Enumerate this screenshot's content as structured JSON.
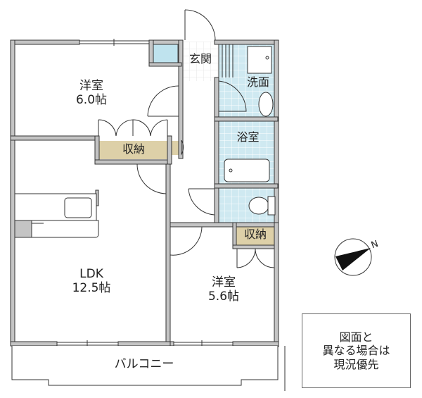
{
  "floor_plan": {
    "rooms": [
      {
        "id": "western-room-1",
        "name": "洋室",
        "size": "6.0帖"
      },
      {
        "id": "entrance",
        "name": "玄関"
      },
      {
        "id": "washroom",
        "name": "洗面"
      },
      {
        "id": "bathroom",
        "name": "浴室"
      },
      {
        "id": "storage-1",
        "name": "収納"
      },
      {
        "id": "storage-2",
        "name": "収納"
      },
      {
        "id": "ldk",
        "name": "LDK",
        "size": "12.5帖"
      },
      {
        "id": "western-room-2",
        "name": "洋室",
        "size": "5.6帖"
      },
      {
        "id": "balcony",
        "name": "バルコニー"
      }
    ],
    "compass": {
      "label": "N"
    },
    "notice": {
      "lines": [
        "図面と",
        "異なる場合は",
        "現況優先"
      ]
    },
    "colors": {
      "wall": "#c4c4c4",
      "wall_line": "#333333",
      "wet_area_tile": "#cfe9f1",
      "tile_grid": "#ffffff",
      "storage": "#ddd0a8",
      "closet_ac": "#bfe3ee"
    }
  }
}
